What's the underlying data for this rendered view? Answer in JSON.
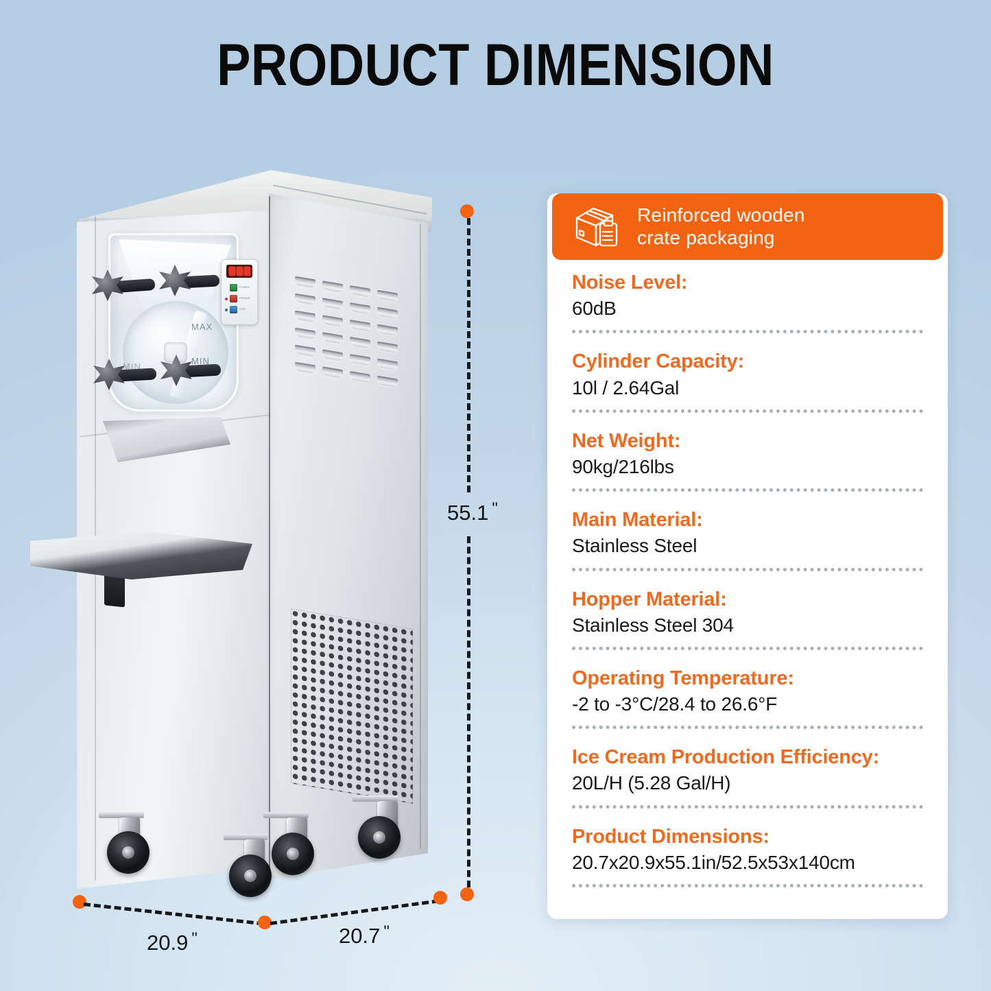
{
  "page": {
    "title": "PRODUCT DIMENSION",
    "accent_color": "#F26312",
    "label_color": "#ED6A21",
    "background_colors": [
      "#b6cee4",
      "#e3eef6"
    ]
  },
  "diagram": {
    "name": "ice-cream-machine",
    "callouts": [
      {
        "id": "height",
        "value": "55.1",
        "unit": "\""
      },
      {
        "id": "width",
        "value": "20.9",
        "unit": "\""
      },
      {
        "id": "depth",
        "value": "20.7",
        "unit": "\""
      }
    ],
    "machine_labels": {
      "min": "MIN",
      "max": "MAX"
    }
  },
  "banner": {
    "icon": "wooden-crate-icon",
    "line1": "Reinforced wooden",
    "line2": "crate packaging"
  },
  "specs": [
    {
      "label": "Noise Level:",
      "value": "60dB"
    },
    {
      "label": "Cylinder Capacity:",
      "value": "10l / 2.64Gal"
    },
    {
      "label": "Net Weight:",
      "value": "90kg/216lbs"
    },
    {
      "label": "Main Material:",
      "value": "Stainless Steel"
    },
    {
      "label": "Hopper Material:",
      "value": "Stainless Steel 304"
    },
    {
      "label": "Operating Temperature:",
      "value": "-2 to -3°C/28.4 to 26.6°F"
    },
    {
      "label": "Ice Cream Production Efficiency:",
      "value": "20L/H (5.28 Gal/H)"
    },
    {
      "label": "Product Dimensions:",
      "value": "20.7x20.9x55.1in/52.5x53x140cm"
    }
  ]
}
